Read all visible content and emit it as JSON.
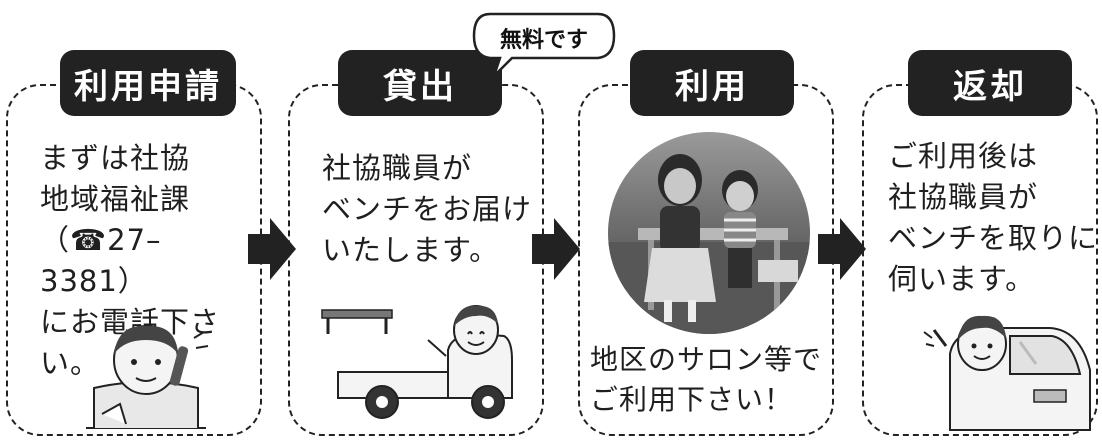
{
  "steps": [
    {
      "title": "利用申請",
      "text": "まずは社協\n地域福祉課\n（☎27–3381）\nにお電話下さい。"
    },
    {
      "title": "貸出",
      "text": "社協職員が\nベンチをお届け\nいたします。",
      "badge": "無料です"
    },
    {
      "title": "利用",
      "text": "地区のサロン等で\nご利用下さい！"
    },
    {
      "title": "返却",
      "text": "ご利用後は\n社協職員が\nベンチを取りに\n伺います。"
    }
  ],
  "colors": {
    "dark": "#222222",
    "white": "#ffffff"
  },
  "icons": [
    "arrow-right-icon",
    "phone-person-illustration",
    "truck-illustration",
    "children-photo",
    "car-illustration"
  ]
}
